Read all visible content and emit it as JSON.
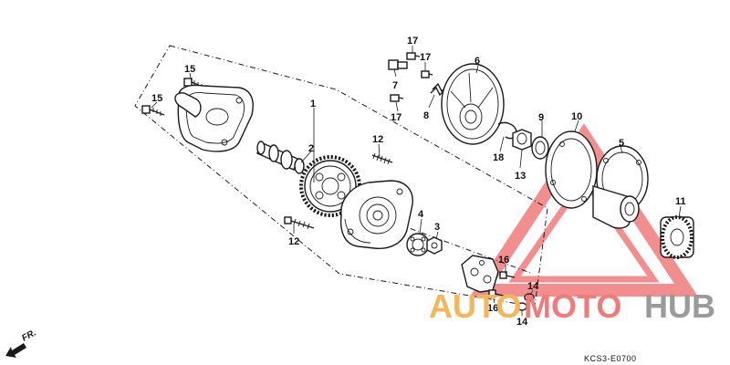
{
  "diagram": {
    "callouts": [
      "1",
      "2",
      "3",
      "4",
      "5",
      "6",
      "7",
      "8",
      "9",
      "10",
      "11",
      "12",
      "12",
      "13",
      "14",
      "14",
      "15",
      "15",
      "16",
      "16",
      "17",
      "17",
      "17",
      "18"
    ],
    "drawing_code": "KCS3-E0700",
    "direction_label": "FR.",
    "watermark": {
      "part1": "AUTO",
      "part2": "MOTO",
      "part3": "HUB"
    },
    "colors": {
      "ink": "#1a1a1a",
      "watermark_red": "#f07b7b",
      "watermark_orange": "#f5b55a",
      "watermark_gray": "#9a9a9a"
    }
  }
}
